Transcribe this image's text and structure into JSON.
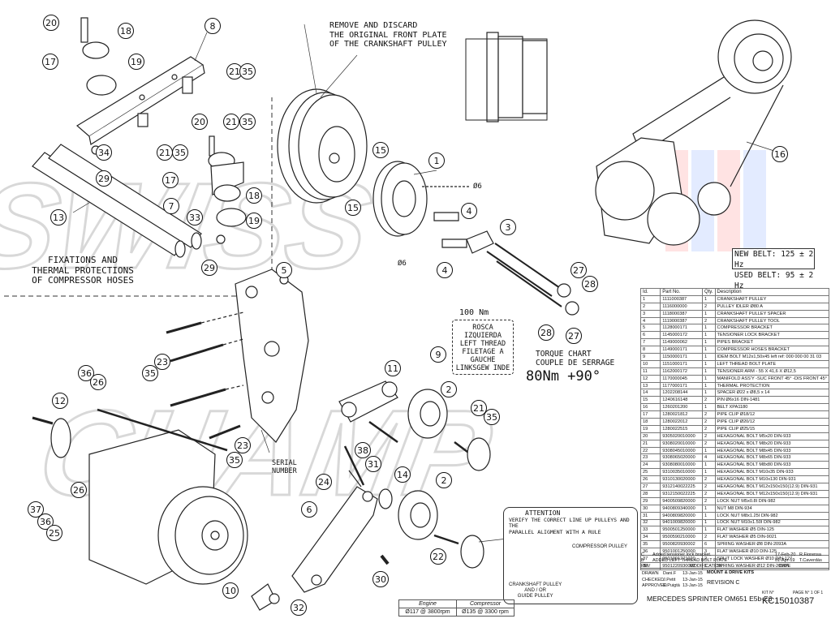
{
  "watermark": {
    "text": "SWISS CHAMP",
    "color": "#cccccc"
  },
  "notes": {
    "remove_plate": [
      "REMOVE AND DISCARD",
      "THE ORIGINAL FRONT PLATE",
      "OF THE CRANKSHAFT PULLEY"
    ],
    "fixations": [
      "FIXATIONS AND",
      "THERMAL PROTECTIONS",
      "OF COMPRESSOR HOSES"
    ],
    "serial": [
      "SERIAL",
      "NUMBER"
    ],
    "diameter": "Ø6",
    "torque_small": "100 Nm",
    "thread_lines": [
      "ROSCA IZQUIERDA",
      "LEFT THREAD",
      "FILETAGE A GAUCHE",
      "LINKSGEW INDE"
    ],
    "torque_chart": [
      "TORQUE CHART",
      "COUPLE DE SERRAGE"
    ],
    "torque_value": "80Nm +90°"
  },
  "belt": {
    "new": "NEW BELT: 125 ± 2 Hz",
    "used": "USED BELT: 95 ± 2 Hz"
  },
  "attention": {
    "title": "ATTENTION",
    "text": [
      "VERIFY THE CORRECT LINE UP PULLEYS AND THE",
      "PARALLEL ALIGMENT WITH A RULE"
    ],
    "compressor_label": "COMPRESSOR PULLEY",
    "crank_label": [
      "CRANKSHAFT PULLEY",
      "AND / OR",
      "GUIDE PULLEY"
    ]
  },
  "engine_table": {
    "headers": [
      "Engine",
      "Compressor"
    ],
    "values": [
      "Ø117 @ 3800rpm",
      "Ø135 @ 3300 rpm"
    ]
  },
  "bom": {
    "headers": [
      "Id.",
      "Part No.",
      "Qty.",
      "Description"
    ],
    "rows": [
      [
        "1",
        "1111000387",
        "1",
        "CRANKSHAFT PULLEY"
      ],
      [
        "2",
        "1116000000",
        "2",
        "PULLEY IDLER Ø80 A"
      ],
      [
        "3",
        "1118000387",
        "1",
        "CRANKSHAFT PULLEY SPACER"
      ],
      [
        "4",
        "1119000387",
        "2",
        "CRANKSHAFT PULLEY TOOL"
      ],
      [
        "5",
        "1128000171",
        "1",
        "COMPRESSOR BRACKET"
      ],
      [
        "6",
        "1145000172",
        "1",
        "TENSIONER LOCK BRACKET"
      ],
      [
        "7",
        "1149000062",
        "1",
        "PIPES BRACKET"
      ],
      [
        "8",
        "1149000171",
        "1",
        "COMPRESSOR HOSES BRACKET"
      ],
      [
        "9",
        "1150000171",
        "1",
        "IDEM BOLT M12x1,50x45 left ref: 000 000 00 31 03"
      ],
      [
        "10",
        "1151000171",
        "1",
        "LEFT THREAD BOLT PLATE"
      ],
      [
        "11",
        "1162000172",
        "1",
        "TENSIONER ARM - 55 X 41,6 X Ø12,5"
      ],
      [
        "12",
        "1170000045",
        "1",
        "MANIFOLD ASS'Y -SUC FRONT 45° -DIS FRONT 45°"
      ],
      [
        "13",
        "1177000171",
        "1",
        "THERMAL PROTECTION"
      ],
      [
        "14",
        "1202208144",
        "1",
        "SPACER Ø22 x Ø8,5 x 14"
      ],
      [
        "15",
        "1240616148",
        "2",
        "PIN Ø6x16 DIN-1481"
      ],
      [
        "16",
        "1260201200",
        "1",
        "BELT XPA1180"
      ],
      [
        "17",
        "1280021812",
        "2",
        "PIPE CLIP Ø18/12"
      ],
      [
        "18",
        "1280022012",
        "2",
        "PIPE CLIP Ø20/12"
      ],
      [
        "19",
        "1280022515",
        "2",
        "PIPE CLIP Ø25/15"
      ],
      [
        "20",
        "9305020010000",
        "2",
        "HEXAGONAL BOLT M5x20 DIN-933"
      ],
      [
        "21",
        "9308020010000",
        "2",
        "HEXAGONAL BOLT M8x20 DIN-933"
      ],
      [
        "22",
        "9308045010000",
        "1",
        "HEXAGONAL BOLT M8x45 DIN-933"
      ],
      [
        "23",
        "9308065020000",
        "4",
        "HEXAGONAL BOLT M8x65 DIN-933"
      ],
      [
        "24",
        "9308080010000",
        "1",
        "HEXAGONAL BOLT M8x80 DIN-933"
      ],
      [
        "25",
        "9310035010000",
        "1",
        "HEXAGONAL BOLT M10x35 DIN-933"
      ],
      [
        "26",
        "9310130020000",
        "2",
        "HEXAGONAL BOLT M10x130 DIN-931"
      ],
      [
        "27",
        "9312140022225",
        "2",
        "HEXAGONAL BOLT M12x150x150(12.9) DIN-931"
      ],
      [
        "28",
        "9312150022225",
        "2",
        "HEXAGONAL BOLT M12x150x150(12.9) DIN-931"
      ],
      [
        "29",
        "9400509820000",
        "2",
        "LOCK NUT M5x0.8I DIN-982"
      ],
      [
        "30",
        "9400809340000",
        "1",
        "NUT M8 DIN-934"
      ],
      [
        "31",
        "9400809820000",
        "1",
        "LOCK NUT M8x1.25I DIN-982"
      ],
      [
        "32",
        "9401009820000",
        "1",
        "LOCK NUT M10x1.50I DIN-982"
      ],
      [
        "33",
        "9500501250000",
        "1",
        "FLAT WASHER Ø5 DIN-125"
      ],
      [
        "34",
        "9500590210000",
        "2",
        "FLAT WASHER Ø5 DIN-9021"
      ],
      [
        "35",
        "9500820930002",
        "6",
        "SPRING WASHER Ø8 DIN-2093A"
      ],
      [
        "36",
        "9501001250000",
        "3",
        "FLAT WASHER Ø10 DIN-125"
      ],
      [
        "37",
        "9501001271020",
        "2",
        "SPLIT LOCK WASHER Ø10 DIN-127"
      ],
      [
        "38",
        "9501220930002",
        "1",
        "SPRING WASHER Ø12 DIN-2093A"
      ]
    ]
  },
  "revisions": [
    {
      "rev": "C",
      "text": "Added tensioner lock bracket.",
      "date": "17-Feb-20",
      "by": "R.Fiorensa"
    },
    {
      "rev": "B",
      "text": "ADDED LEFT THREAD BOLT PLATE",
      "date": "01-Apr-19",
      "by": "T.Caverdás"
    }
  ],
  "rev_header": {
    "rev": "REV",
    "modification": "MODIFICATION",
    "date": "DATE"
  },
  "title_block": {
    "rows": [
      [
        "DRAWN",
        "Dani.F",
        "13-Jan-15"
      ],
      [
        "CHECKED",
        "J.Petit",
        "13-Jan-15"
      ],
      [
        "APPROVED",
        "E.Puigtà",
        "13-Jan-15"
      ]
    ],
    "category": "MOUNT & DRIVE KITS",
    "revision": "REVISION  C",
    "title": "MERCEDES SPRINTER OM651 E5b-E6",
    "kit_label": "KIT N°",
    "kit_no": "KC15010387",
    "page": "PAGE N° 1 OF 1"
  },
  "callouts": [
    "20",
    "18",
    "8",
    "17",
    "19",
    "21",
    "35",
    "20",
    "21",
    "35",
    "34",
    "29",
    "21",
    "35",
    "17",
    "7",
    "18",
    "33",
    "19",
    "29",
    "13",
    "15",
    "15",
    "1",
    "4",
    "3",
    "4",
    "27",
    "28",
    "28",
    "27",
    "16",
    "5",
    "23",
    "35",
    "9",
    "11",
    "2",
    "21",
    "35",
    "36",
    "26",
    "12",
    "23",
    "35",
    "31",
    "14",
    "38",
    "24",
    "2",
    "6",
    "22",
    "30",
    "37",
    "36",
    "25",
    "26",
    "10",
    "32"
  ]
}
